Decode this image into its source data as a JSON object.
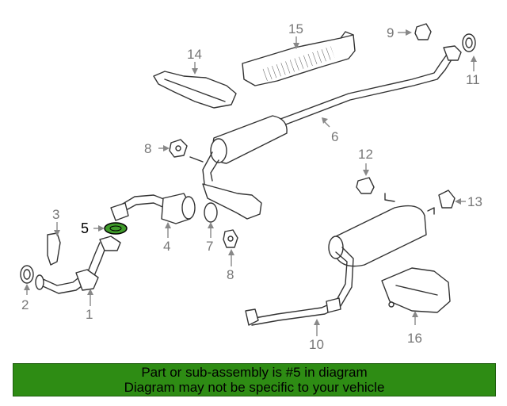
{
  "colors": {
    "banner_bg": "#2e8c14",
    "highlight_part": "#3f9b2a",
    "label_gray": "#777777"
  },
  "labels": {
    "p1": "1",
    "p2": "2",
    "p3": "3",
    "p4": "4",
    "p5": "5",
    "p6": "6",
    "p7": "7",
    "p8a": "8",
    "p8b": "8",
    "p9": "9",
    "p10": "10",
    "p11": "11",
    "p12": "12",
    "p13": "13",
    "p14": "14",
    "p15": "15",
    "p16": "16"
  },
  "banner": {
    "line1": "Part or sub-assembly is #5 in diagram",
    "line2": "Diagram may not be specific to your vehicle"
  }
}
